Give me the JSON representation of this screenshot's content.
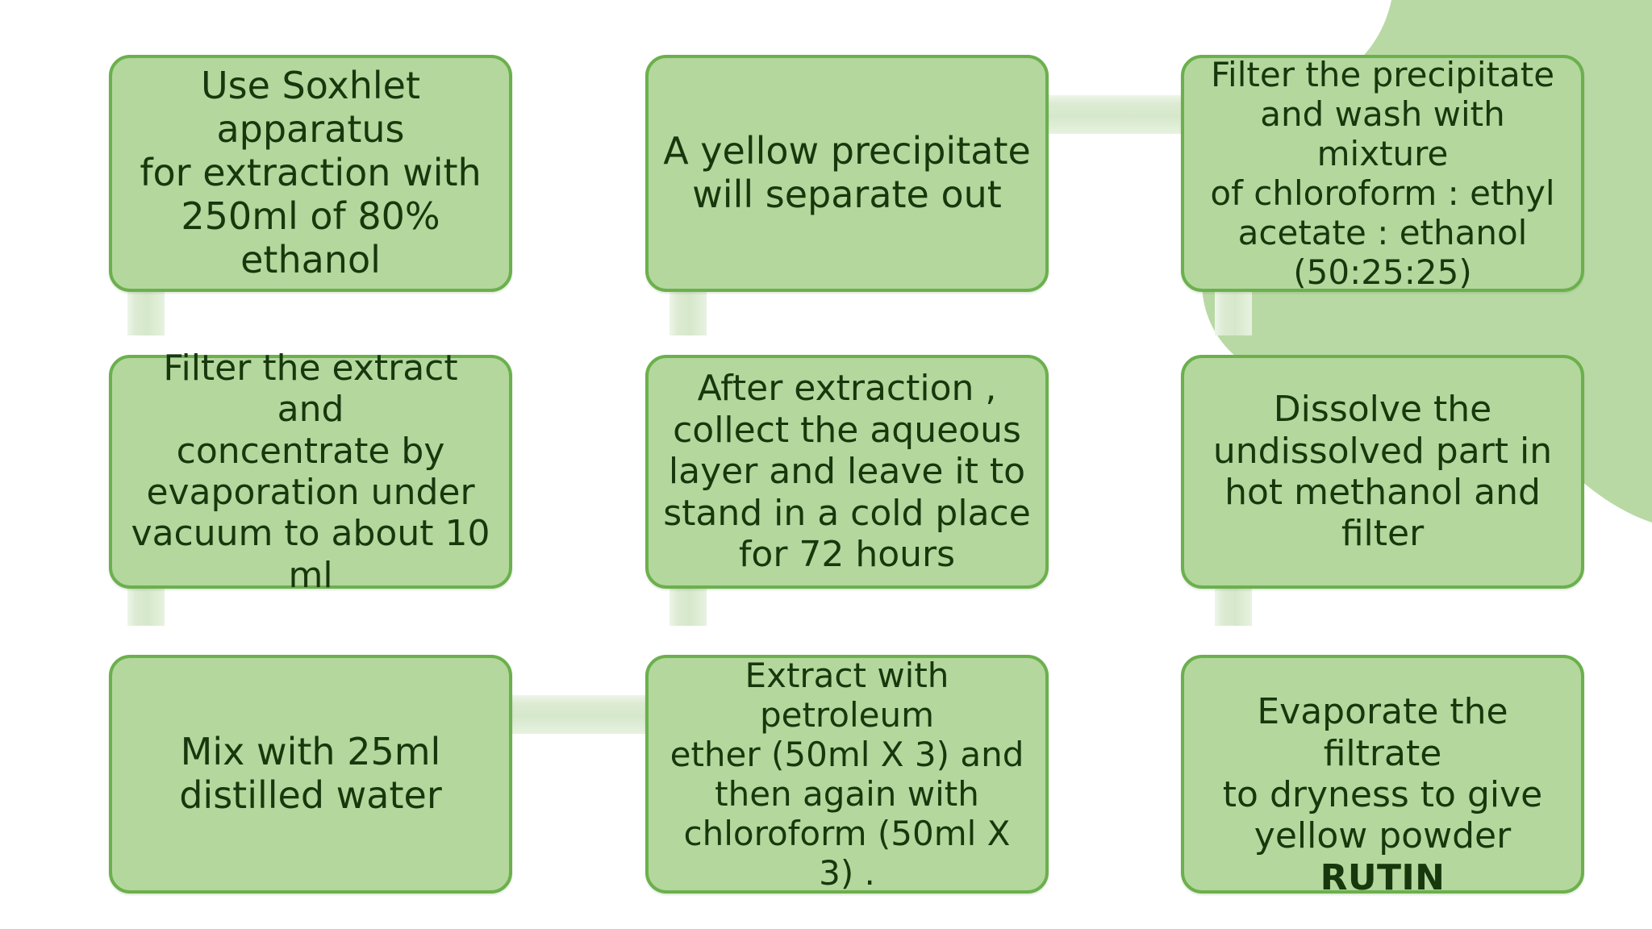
{
  "diagram": {
    "title": "Rutin extraction procedure flowchart",
    "colors": {
      "box_fill": "#b3d79d",
      "box_border": "#6bb04d",
      "text": "#17380c",
      "connector": "#dcebd2",
      "decor_blob": "#b9d9a4",
      "background": "#ffffff"
    },
    "columns": 3,
    "rows": 3,
    "nodes": [
      {
        "id": "n1",
        "column": 1,
        "row": 1,
        "text": "Use Soxhlet apparatus\nfor extraction with\n250ml of 80% ethanol"
      },
      {
        "id": "n2",
        "column": 1,
        "row": 2,
        "text": "Filter the extract and\nconcentrate by\nevaporation under\nvacuum to about 10\nml"
      },
      {
        "id": "n3",
        "column": 1,
        "row": 3,
        "text": "Mix with 25ml\ndistilled water"
      },
      {
        "id": "n4",
        "column": 2,
        "row": 3,
        "text": "Extract with petroleum\nether (50ml X 3) and\nthen again with\nchloroform (50ml X 3) ."
      },
      {
        "id": "n5",
        "column": 2,
        "row": 2,
        "text": "After extraction ,\ncollect the aqueous\nlayer and leave it to\nstand in a cold place\nfor 72 hours"
      },
      {
        "id": "n6",
        "column": 2,
        "row": 1,
        "text": "A yellow precipitate\nwill separate out"
      },
      {
        "id": "n7",
        "column": 3,
        "row": 1,
        "text": "Filter the precipitate\nand wash with mixture\nof chloroform : ethyl\nacetate : ethanol\n(50:25:25)"
      },
      {
        "id": "n8",
        "column": 3,
        "row": 2,
        "text": "Dissolve the\nundissolved part in\nhot methanol and\nfilter"
      },
      {
        "id": "n9",
        "column": 3,
        "row": 3,
        "text_lead": "Evaporate the filtrate\nto dryness to give\nyellow powder\n",
        "text_bold": "RUTIN"
      }
    ],
    "connectors": [
      {
        "id": "c1",
        "from": "n1",
        "to": "n2",
        "orientation": "vertical"
      },
      {
        "id": "c2",
        "from": "n2",
        "to": "n3",
        "orientation": "vertical"
      },
      {
        "id": "c3",
        "from": "n3",
        "to": "n4",
        "orientation": "horizontal"
      },
      {
        "id": "c4",
        "from": "n4",
        "to": "n5",
        "orientation": "vertical"
      },
      {
        "id": "c5",
        "from": "n5",
        "to": "n6",
        "orientation": "vertical"
      },
      {
        "id": "c6",
        "from": "n6",
        "to": "n7",
        "orientation": "horizontal"
      },
      {
        "id": "c7",
        "from": "n7",
        "to": "n8",
        "orientation": "vertical"
      },
      {
        "id": "c8",
        "from": "n8",
        "to": "n9",
        "orientation": "vertical"
      }
    ]
  }
}
